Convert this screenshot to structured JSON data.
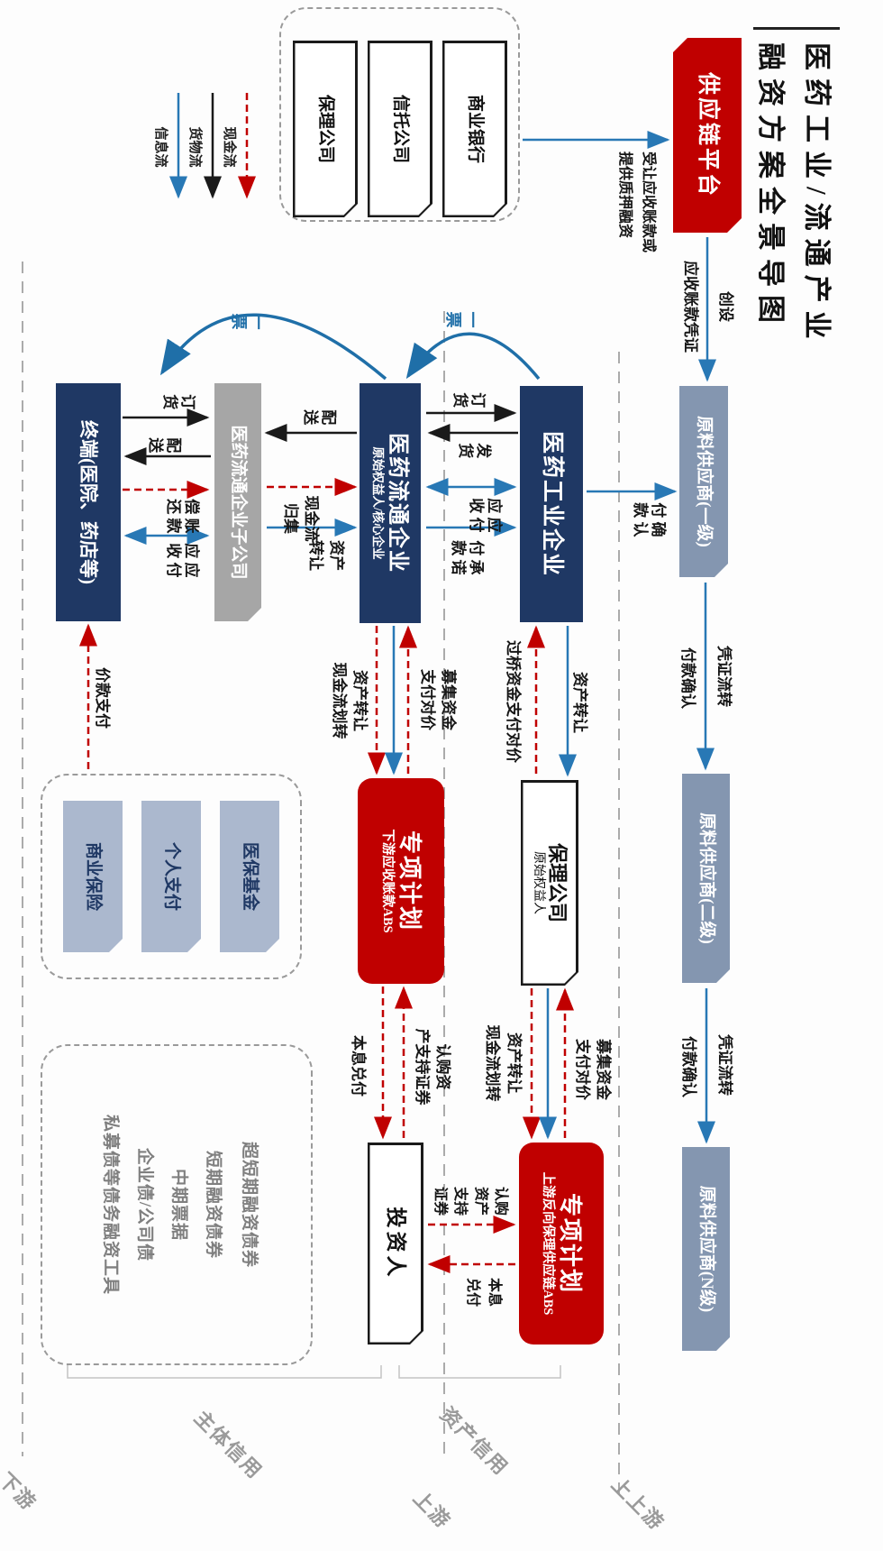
{
  "title": {
    "line1": "医药工业/流通产业",
    "line2": "融资方案全景导图"
  },
  "legend": {
    "cash": "现金流",
    "goods": "货物流",
    "info": "信息流"
  },
  "bands": {
    "upper_upper": "上上游",
    "upper": "上游",
    "down": "下游"
  },
  "credit": {
    "asset": "资产信用",
    "subject": "主体信用"
  },
  "colors": {
    "navy": "#1F3864",
    "slate": "#8496B0",
    "red": "#C00000",
    "blue": "#2878B5",
    "arc_blue": "#1F6FA8",
    "gray_box": "#A6A6A6",
    "payer": "#ABB8CE",
    "bond_text": "#7F7F7F"
  },
  "nodes": {
    "terminal": {
      "label": "终端(医院、药店等)"
    },
    "sub_company": {
      "label": "医药流通企业子公司"
    },
    "circulation": {
      "label": "医药流通企业",
      "sub": "原始权益人/核心企业"
    },
    "industry": {
      "label": "医药工业企业"
    },
    "supplier1": {
      "label": "原料供应商(一级)"
    },
    "supplier2": {
      "label": "原料供应商(二级)"
    },
    "supplierN": {
      "label": "原料供应商(N级)"
    },
    "platform": {
      "label": "供应链平台"
    },
    "factoring": {
      "label": "保理公司",
      "sub": "原始权益人"
    },
    "abs_down": {
      "label": "专项计划",
      "sub": "下游应收账款ABS"
    },
    "abs_up": {
      "label": "专项计划",
      "sub": "上游反向保理供应链ABS"
    },
    "investor": {
      "label": "投资人"
    },
    "banks": {
      "b1": "商业银行",
      "b2": "信托公司",
      "b3": "保理公司"
    },
    "payers": {
      "p1": "医保基金",
      "p2": "个人支付",
      "p3": "商业保险"
    },
    "bonds": {
      "l1": "超短期融资债券",
      "l2": "短期融资债券",
      "l3": "中期票据",
      "l4": "企业债/公司债",
      "l5": "私募债等债务融资工具"
    }
  },
  "edges": {
    "order": "订货",
    "deliver": "配送",
    "ship": "发货",
    "repay": "偿还\n账款",
    "ar_ap": "应收\n应付",
    "pay_commit": "付款\n承诺",
    "pay_confirm_v": "付款\n确认",
    "cash_pool": "现金流\n归集",
    "asset_transfer_v": "资产\n转让",
    "cert_flow": "凭证流转",
    "pay_confirm": "付款确认",
    "create1": "创设",
    "create2": "应收账款凭证",
    "accept1": "受让应收账款或",
    "accept2": "提供质押融资",
    "price_pay": "价款支付",
    "raise_pay": "募集资金\n支付对价",
    "asset_transfer": "资产转让",
    "cash_transfer": "现金流划转",
    "bridge_pay": "过桥资金支付对价",
    "subscribe": "认购资\n产支持证券",
    "subscribe4": "认购\n资产\n支持\n证券",
    "pi_pay": "本息兑付",
    "pi_pay2": "本息\n兑付",
    "one_invoice": "一票"
  }
}
